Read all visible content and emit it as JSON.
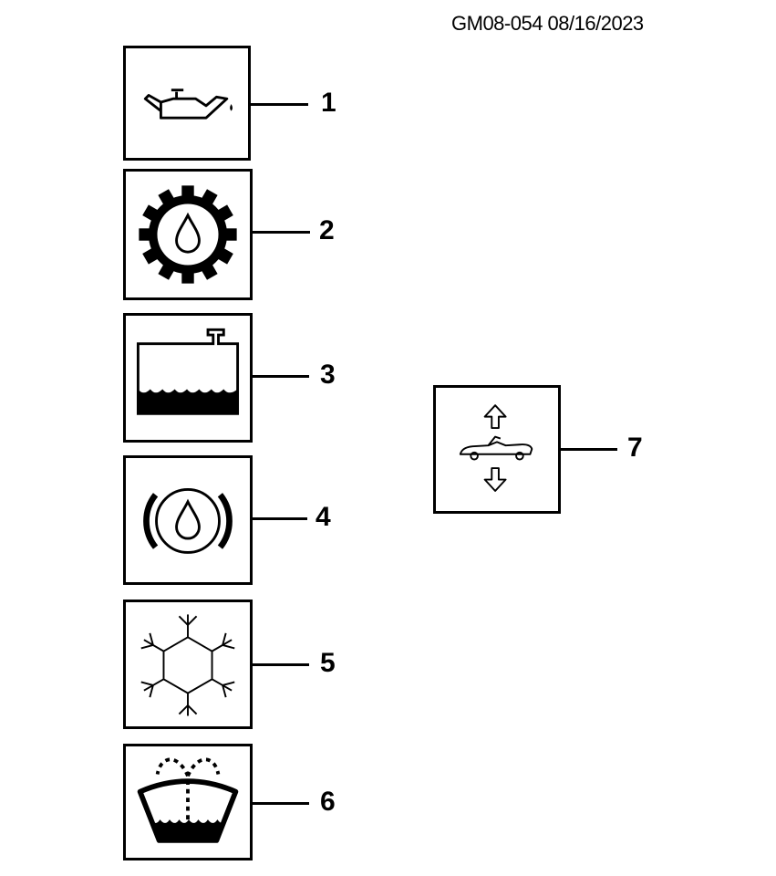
{
  "header": {
    "doc_id": "GM08-054  08/16/2023"
  },
  "symbols": [
    {
      "callout": "1",
      "icon": "oil-can-icon"
    },
    {
      "callout": "2",
      "icon": "transmission-fluid-icon"
    },
    {
      "callout": "3",
      "icon": "coolant-reservoir-icon"
    },
    {
      "callout": "4",
      "icon": "brake-fluid-icon"
    },
    {
      "callout": "5",
      "icon": "refrigerant-snowflake-icon"
    },
    {
      "callout": "6",
      "icon": "washer-fluid-icon"
    },
    {
      "callout": "7",
      "icon": "convertible-top-icon"
    }
  ]
}
